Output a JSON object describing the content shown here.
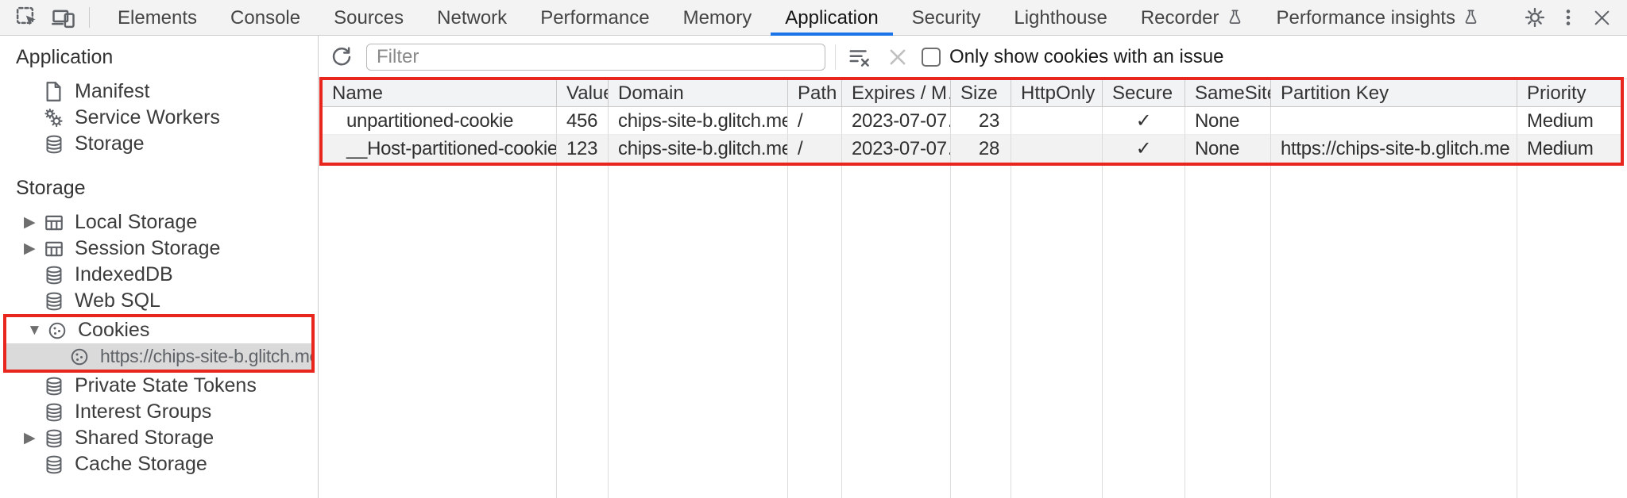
{
  "tabbar": {
    "tabs": [
      {
        "label": "Elements"
      },
      {
        "label": "Console"
      },
      {
        "label": "Sources"
      },
      {
        "label": "Network"
      },
      {
        "label": "Performance"
      },
      {
        "label": "Memory"
      },
      {
        "label": "Application",
        "active": true
      },
      {
        "label": "Security"
      },
      {
        "label": "Lighthouse"
      },
      {
        "label": "Recorder",
        "experiment_icon": true
      },
      {
        "label": "Performance insights",
        "experiment_icon": true
      }
    ],
    "active_tab": "Application"
  },
  "sidebar": {
    "sections": [
      {
        "title": "Application",
        "items": [
          {
            "label": "Manifest",
            "icon": "document-icon"
          },
          {
            "label": "Service Workers",
            "icon": "gears-icon"
          },
          {
            "label": "Storage",
            "icon": "database-icon"
          }
        ]
      },
      {
        "title": "Storage",
        "items": [
          {
            "label": "Local Storage",
            "icon": "table-icon",
            "expander": "collapsed"
          },
          {
            "label": "Session Storage",
            "icon": "table-icon",
            "expander": "collapsed"
          },
          {
            "label": "IndexedDB",
            "icon": "database-icon"
          },
          {
            "label": "Web SQL",
            "icon": "database-icon"
          },
          {
            "label": "Cookies",
            "icon": "cookie-icon",
            "expander": "expanded",
            "highlighted": true,
            "children": [
              {
                "label": "https://chips-site-b.glitch.me",
                "icon": "cookie-icon",
                "selected": true
              }
            ]
          },
          {
            "label": "Private State Tokens",
            "icon": "database-icon"
          },
          {
            "label": "Interest Groups",
            "icon": "database-icon"
          },
          {
            "label": "Shared Storage",
            "icon": "database-icon",
            "expander": "collapsed"
          },
          {
            "label": "Cache Storage",
            "icon": "database-icon"
          }
        ]
      }
    ],
    "expander_collapsed": "▶",
    "expander_expanded": "▼"
  },
  "toolbar": {
    "filter_placeholder": "Filter",
    "filter_value": "",
    "checkbox_label": "Only show cookies with an issue",
    "checkbox_checked": false
  },
  "cookie_table": {
    "columns": [
      "Name",
      "Value",
      "Domain",
      "Path",
      "Expires / M…",
      "Size",
      "HttpOnly",
      "Secure",
      "SameSite",
      "Partition Key",
      "Priority"
    ],
    "rows": [
      {
        "name": "unpartitioned-cookie",
        "value": "456",
        "domain": "chips-site-b.glitch.me",
        "path": "/",
        "expires": "2023-07-07…",
        "size": "23",
        "http_only": "",
        "secure": "✓",
        "same_site": "None",
        "partition_key": "",
        "priority": "Medium"
      },
      {
        "name": "__Host-partitioned-cookie",
        "value": "123",
        "domain": "chips-site-b.glitch.me",
        "path": "/",
        "expires": "2023-07-07…",
        "size": "28",
        "http_only": "",
        "secure": "✓",
        "same_site": "None",
        "partition_key": "https://chips-site-b.glitch.me",
        "priority": "Medium"
      }
    ]
  },
  "annotations": {
    "highlight_color": "#e8261d",
    "highlighted_regions": [
      "cookies-sidebar-tree-item",
      "cookie-table"
    ]
  },
  "colors": {
    "active_tab_underline": "#1a73e8",
    "selected_item_bg": "#dadada",
    "tabbar_bg": "#f3f3f3",
    "header_row_bg": "#f1f3f4",
    "alt_row_bg": "#f2f2f2"
  }
}
